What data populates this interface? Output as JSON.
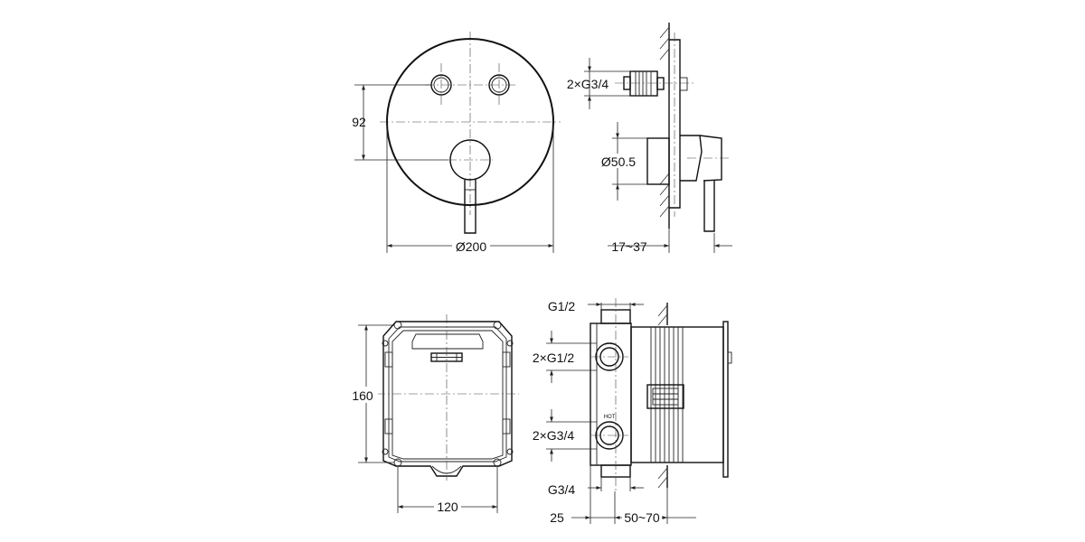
{
  "front_view": {
    "height_label": "92",
    "diameter_label": "Ø200"
  },
  "side_view": {
    "connection_label": "2×G3/4",
    "escutcheon_diameter_label": "Ø50.5",
    "depth_range_label": "17~37"
  },
  "box_front": {
    "height_label": "160",
    "width_label": "120"
  },
  "box_side": {
    "top_thread_label": "G1/2",
    "upper_ports_label": "2×G1/2",
    "hot_marker": "HOT",
    "lower_ports_label": "2×G3/4",
    "bottom_thread_label": "G3/4",
    "offset_label": "25",
    "wall_range_label": "50~70"
  }
}
